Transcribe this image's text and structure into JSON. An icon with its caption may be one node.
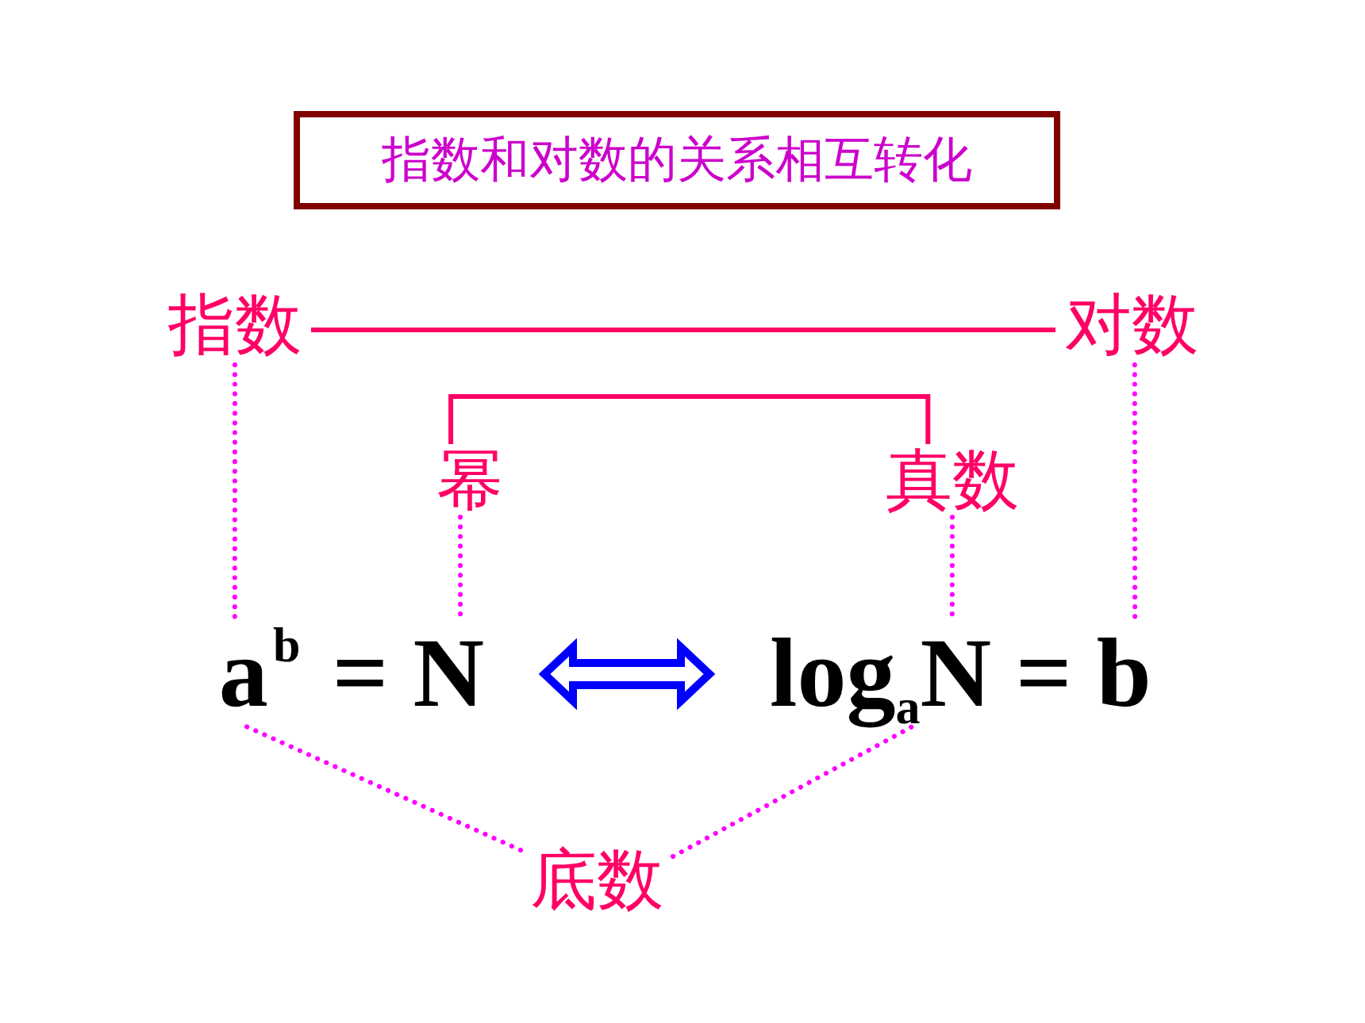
{
  "diagram": {
    "nodes": [
      {
        "text": [
          "指数和对数的关系相互转化"
        ]
      },
      {
        "text": [
          "指数"
        ]
      },
      {
        "text": [
          "对数"
        ]
      },
      {
        "text": [
          "幂"
        ]
      },
      {
        "text": [
          "真数"
        ]
      },
      {
        "text": [
          "a$^{b}$ = N"
        ]
      },
      {
        "text": [
          "log$_{a}$N = b"
        ]
      },
      {
        "text": [
          "底数"
        ]
      }
    ],
    "edges": [
      {
        "from": 1,
        "to": 2,
        "arrow": "none",
        "color": "#ff0066"
      },
      {
        "from": 3,
        "to": 4,
        "arrow": "none",
        "color": "#ff0066"
      },
      {
        "from": 1,
        "to": 5,
        "arrow": "none",
        "style": "dashed",
        "color": "#ff00ff"
      },
      {
        "from": 3,
        "to": 5,
        "arrow": "none",
        "style": "dashed",
        "color": "#ff00ff"
      },
      {
        "from": 4,
        "to": 6,
        "arrow": "none",
        "style": "dashed",
        "color": "#ff00ff"
      },
      {
        "from": 2,
        "to": 6,
        "arrow": "none",
        "style": "dashed",
        "color": "#ff00ff"
      },
      {
        "from": 7,
        "to": 5,
        "arrow": "none",
        "style": "dashed",
        "color": "#ff00ff"
      },
      {
        "from": 7,
        "to": 6,
        "arrow": "none",
        "style": "dashed",
        "color": "#ff00ff"
      },
      {
        "from": 5,
        "to": 6,
        "arrow": "both",
        "style": "thick",
        "color": "#0000ff"
      }
    ]
  }
}
